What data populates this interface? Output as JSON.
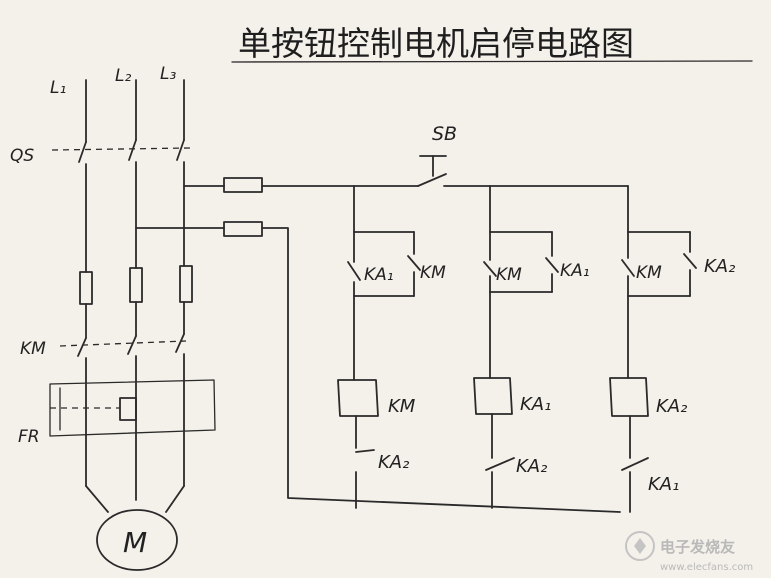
{
  "title": "单按钮控制电机启停电路图",
  "labels": {
    "L1": "L₁",
    "L2": "L₂",
    "L3": "L₃",
    "QS": "QS",
    "KM_main": "KM",
    "FR": "FR",
    "motor": "M",
    "SB": "SB",
    "branch1_contact_a": "KA₁",
    "branch1_contact_b": "KM",
    "branch1_coil": "KM",
    "branch1_lower": "KA₂",
    "branch2_contact_a": "KM",
    "branch2_contact_b": "KA₁",
    "branch2_coil": "KA₁",
    "branch2_lower": "KA₂",
    "branch3_contact_a": "KM",
    "branch3_contact_b": "KA₂",
    "branch3_coil": "KA₂",
    "branch3_lower": "KA₁"
  },
  "watermark": {
    "text": "电子发烧友",
    "url": "www.elecfans.com"
  },
  "colors": {
    "ink": "#2a2a2a",
    "paper": "#f4f1ea",
    "watermark": "#b9b9b9"
  }
}
